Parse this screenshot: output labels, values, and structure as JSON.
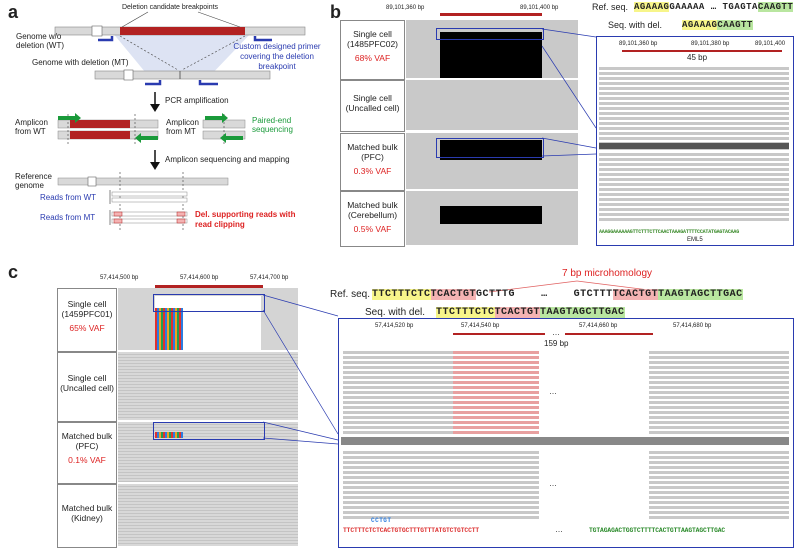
{
  "panels": {
    "a": "a",
    "b": "b",
    "c": "c"
  },
  "panel_a": {
    "candidate_label": "Deletion candidate breakpoints",
    "wt_label": "Genome w/o deletion (WT)",
    "mt_label": "Genome with deletion (MT)",
    "primer_note": "Custom designed primer covering the deletion breakpoint",
    "pcr": "PCR amplification",
    "amp_wt": "Amplicon from WT",
    "amp_mt": "Amplicon from MT",
    "paired_end": "Paired-end sequencing",
    "seq_map": "Amplicon sequencing and mapping",
    "ref_genome": "Reference genome",
    "reads_wt": "Reads from WT",
    "reads_mt": "Reads from MT",
    "del_support": "Del. supporting reads with read clipping"
  },
  "panel_b": {
    "coord_left": "89,101,360 bp",
    "coord_right": "89,101,400 bp",
    "ref_label": "Ref. seq.",
    "ref_seq_a": "AGAAAG",
    "ref_seq_b": "GAAAAA … TGAGTA",
    "ref_seq_c": "CAAGTT",
    "del_label": "Seq. with del.",
    "del_seq_a": "AGAAAG",
    "del_seq_b": "CAAGTT",
    "zoom_c1": "89,101,360 bp",
    "zoom_c2": "89,101,380 bp",
    "zoom_c3": "89,101,400",
    "zoom_span": "45 bp",
    "bottom_seq": "AAAGGAAAAAAGTTCTTTCTTCAACTAAAGATTTTCCATATGAGTACAAG",
    "gene": "EML5",
    "rows": [
      {
        "name": "Single cell\n(1485PFC02)",
        "vaf": "68% VAF"
      },
      {
        "name": "Single cell\n(Uncalled cell)",
        "vaf": ""
      },
      {
        "name": "Matched bulk\n(PFC)",
        "vaf": "0.3% VAF"
      },
      {
        "name": "Matched bulk\n(Cerebellum)",
        "vaf": "0.5% VAF"
      }
    ]
  },
  "panel_c": {
    "coord_1": "57,414,500 bp",
    "coord_2": "57,414,600 bp",
    "coord_3": "57,414,700 bp",
    "microhomology": "7 bp microhomology",
    "ref_label": "Ref. seq.",
    "ref_a": "TTCTTTCTC",
    "ref_b": "TCACTGT",
    "ref_c": "GCTTTG",
    "ref_dots": "…",
    "ref_d": "GTCTTT",
    "ref_e": "TCACTGT",
    "ref_f": "TAAGTAGCTTGAC",
    "del_label": "Seq. with del.",
    "del_a": "TTCTTTCTC",
    "del_b": "TCACTGT",
    "del_c": "TAAGTAGCTTGAC",
    "zoom_c1": "57,414,520 bp",
    "zoom_c2": "57,414,540 bp",
    "zoom_c3": "57,414,660 bp",
    "zoom_c4": "57,414,680 bp",
    "zoom_span": "159 bp",
    "dots": "…",
    "bottom_left": "TTCTTTCTCTCACTGTGCTTTGTTTATGTCTGTCCTT",
    "bottom_right": "TGTAGAGACTGGTCTTTTCACTGTTAAGTAGCTTGAC",
    "mini_seq": "CCTGT",
    "rows": [
      {
        "name": "Single cell\n(1459PFC01)",
        "vaf": "65% VAF"
      },
      {
        "name": "Single cell\n(Uncalled cell)",
        "vaf": ""
      },
      {
        "name": "Matched bulk\n(PFC)",
        "vaf": "0.1% VAF"
      },
      {
        "name": "Matched bulk\n(Kidney)",
        "vaf": ""
      }
    ]
  },
  "colors": {
    "deletion_red": "#b22222",
    "primer_blue": "#2a3bb0",
    "arrow_green": "#1a9a3a",
    "vaf_red": "#d22222",
    "microhomology_red": "#f4b3b3",
    "seq_yellow": "#f7f58a",
    "seq_green": "#b9e6a0"
  }
}
